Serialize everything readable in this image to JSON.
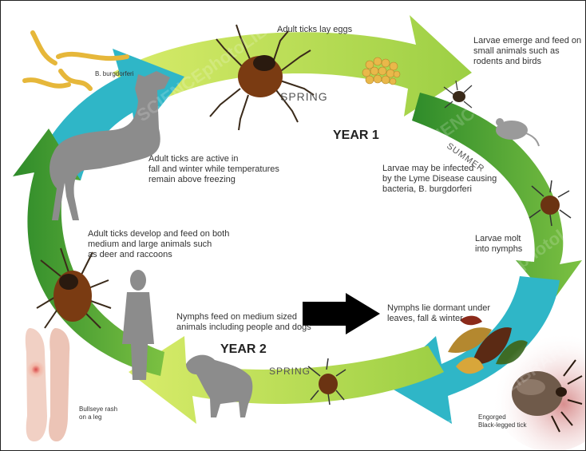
{
  "colors": {
    "arrow_dark_green": "#2e8b2a",
    "arrow_light_green": "#b6d94a",
    "arrow_teal": "#2fb6c7",
    "silhouette": "#8c8c8c",
    "tick_brown": "#7a3b12",
    "egg_yellow": "#e9b84a"
  },
  "stages": {
    "eggs": "Adult ticks lay eggs",
    "larvae_feed": "Larvae emerge and feed on\nsmall animals such as\nrodents and birds",
    "larvae_infected": "Larvae may be infected\nby the Lyme Disease causing\nbacteria, B. burgdorferi",
    "larvae_molt": "Larvae molt\ninto nymphs",
    "nymphs_dormant": "Nymphs lie dormant under\nleaves, fall & winter",
    "nymphs_feed": "Nymphs feed on medium sized\nanimals including people and dogs",
    "adults_develop": "Adult ticks develop and feed on both\nmedium and large animals such\nas deer and raccoons",
    "adults_active": "Adult ticks are active in\nfall and winter while temperatures\nremain above freezing"
  },
  "captions": {
    "bacteria": "B. burgdorferi",
    "rash": "Bullseye rash\non a leg",
    "engorged": "Engorged\nBlack-legged tick"
  },
  "seasons": {
    "spring_top": "SPRING",
    "summer": "SUMMER",
    "spring_bottom": "SPRING"
  },
  "years": {
    "year1": "YEAR 1",
    "year2": "YEAR 2"
  },
  "watermark": "SCIENCEphotoLIBRARY"
}
